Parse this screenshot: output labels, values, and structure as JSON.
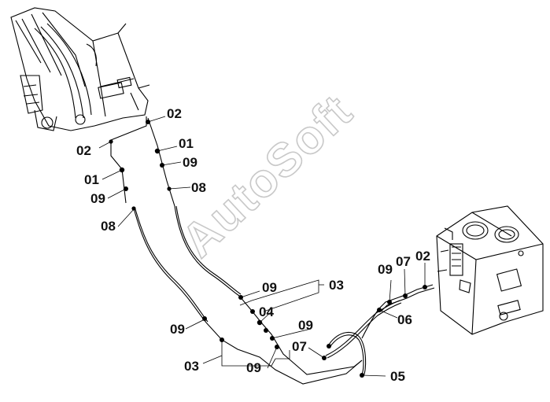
{
  "watermark": "AutoSoft",
  "labels": {
    "l02a": "02",
    "l01a": "01",
    "l09a": "09",
    "l08a": "08",
    "l02b": "02",
    "l01b": "01",
    "l09b": "09",
    "l08b": "08",
    "l09c": "09",
    "l03a": "03",
    "l04": "04",
    "l09d": "09",
    "l09e": "09",
    "l07a": "07",
    "l03b": "03",
    "l09f": "09",
    "l05": "05",
    "l06": "06",
    "l09g": "09",
    "l07b": "07",
    "l02c": "02"
  }
}
